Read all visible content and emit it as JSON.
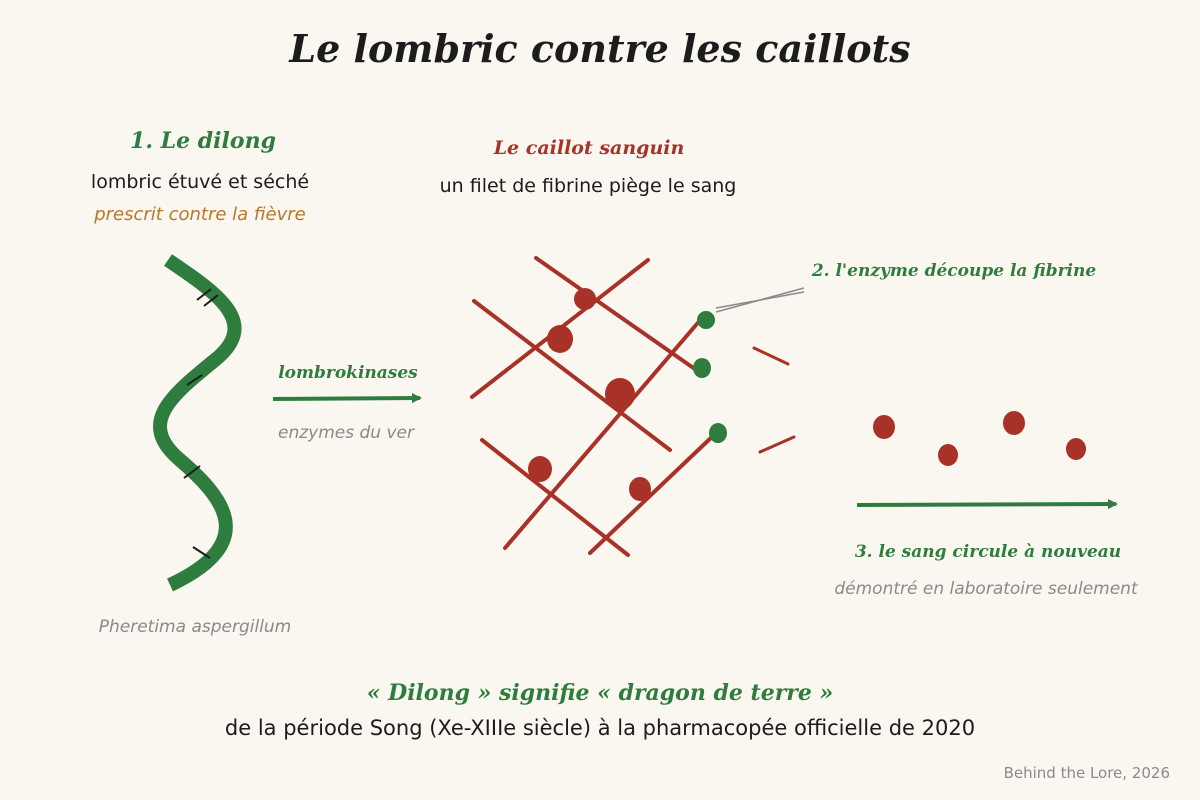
{
  "title": "Le lombric contre les caillots",
  "left": {
    "heading": "1. Le dilong",
    "line1": "lombric étuvé et séché",
    "line2": "prescrit contre la fièvre",
    "species": "Pheretima aspergillum"
  },
  "middle": {
    "heading": "Le caillot sanguin",
    "line1": "un filet de fibrine piège le sang",
    "arrow_label": "lombrokinases",
    "arrow_sublabel": "enzymes du ver"
  },
  "right": {
    "step2": "2. l'enzyme découpe la fibrine",
    "step3": "3. le sang circule à nouveau",
    "note": "démontré en laboratoire seulement"
  },
  "footer": {
    "highlight": "« Dilong » signifie « dragon de terre »",
    "line": "de la période Song (Xe-XIIIe siècle) à la pharmacopée officielle de 2020",
    "credit": "Behind the Lore, 2026"
  },
  "colors": {
    "green": "#2f7d3e",
    "red": "#a83228",
    "orange": "#b9772a",
    "grey": "#8a8a8a",
    "ink": "#1c1c1c",
    "background": "#faf6f0"
  }
}
